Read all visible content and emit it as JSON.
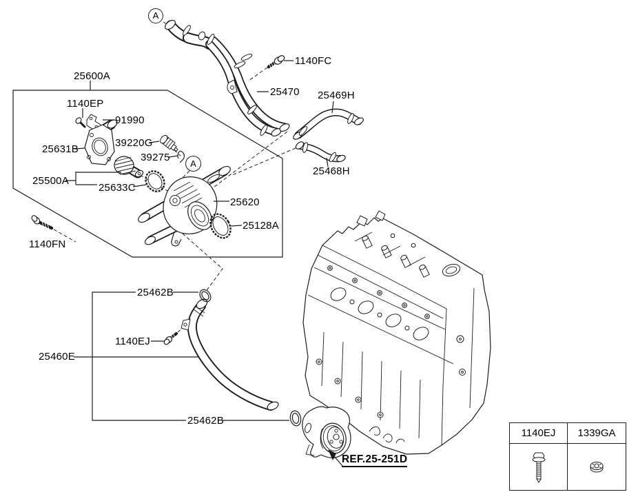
{
  "diagram_labels": {
    "assembly_group": "25600A",
    "hose_assembly": "25470",
    "bolt_fc": "1140FC",
    "hose_upper": "25469H",
    "hose_lower": "25468H",
    "bolt_ep": "1140EP",
    "bracket": "91990",
    "inlet_fitting": "25631B",
    "sensor": "39220G",
    "clip": "39275",
    "thermostat": "25500A",
    "gasket_thermostat": "25633C",
    "coolant_pipe_assy": "25620",
    "gasket_housing": "25128A",
    "bolt_fn": "1140FN",
    "oring_top": "25462B",
    "bolt_ej": "1140EJ",
    "water_pipe": "25460E",
    "oring_bottom": "25462B",
    "reference": "REF.25-251D",
    "view_marker_top": "A",
    "view_marker_mid": "A"
  },
  "legend_table": {
    "columns": [
      {
        "part_no": "1140EJ",
        "icon": "flange-bolt-icon"
      },
      {
        "part_no": "1339GA",
        "icon": "flange-nut-icon"
      }
    ]
  },
  "colors": {
    "line": "#1c1c1c",
    "background": "#ffffff",
    "text": "#000000"
  }
}
